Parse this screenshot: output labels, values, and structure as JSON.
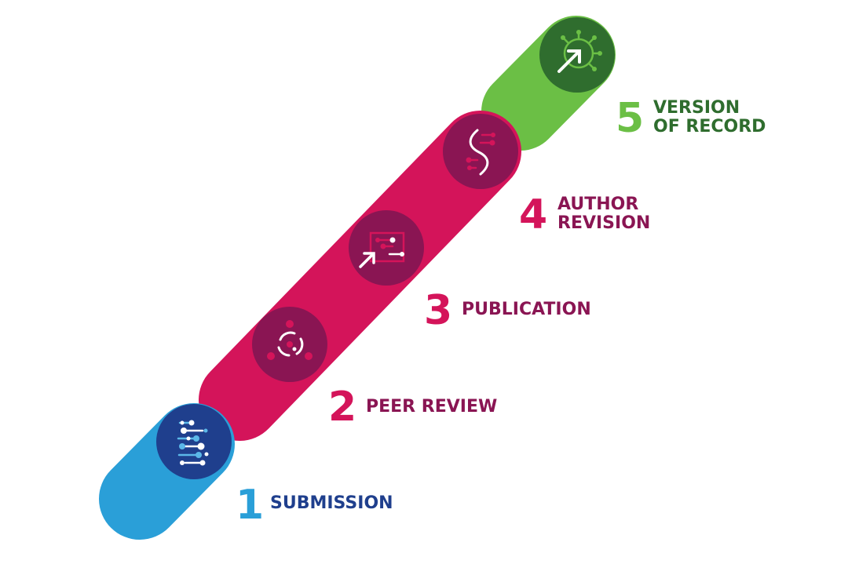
{
  "colors": {
    "background": "#ffffff",
    "submission_pill": "#2a9fd8",
    "submission_circle": "#1f3f8d",
    "submission_label": "#1f3f8d",
    "submission_number": "#2a9fd8",
    "magenta_pill": "#d4145a",
    "magenta_circle": "#8a1553",
    "magenta_label": "#8a1553",
    "magenta_number": "#d4145a",
    "record_pill": "#6bbf45",
    "record_circle": "#2f6d2e",
    "record_label": "#2f6d2e",
    "record_number": "#6bbf45"
  },
  "steps": [
    {
      "number": "1",
      "label_lines": [
        "SUBMISSION"
      ],
      "icon": "molecule-key-icon"
    },
    {
      "number": "2",
      "label_lines": [
        "PEER REVIEW"
      ],
      "icon": "review-cycle-icon"
    },
    {
      "number": "3",
      "label_lines": [
        "PUBLICATION"
      ],
      "icon": "publication-arrow-icon"
    },
    {
      "number": "4",
      "label_lines": [
        "AUTHOR",
        "REVISION"
      ],
      "icon": "dna-strand-icon"
    },
    {
      "number": "5",
      "label_lines": [
        "VERSION",
        "OF RECORD"
      ],
      "icon": "virus-arrow-icon"
    }
  ]
}
